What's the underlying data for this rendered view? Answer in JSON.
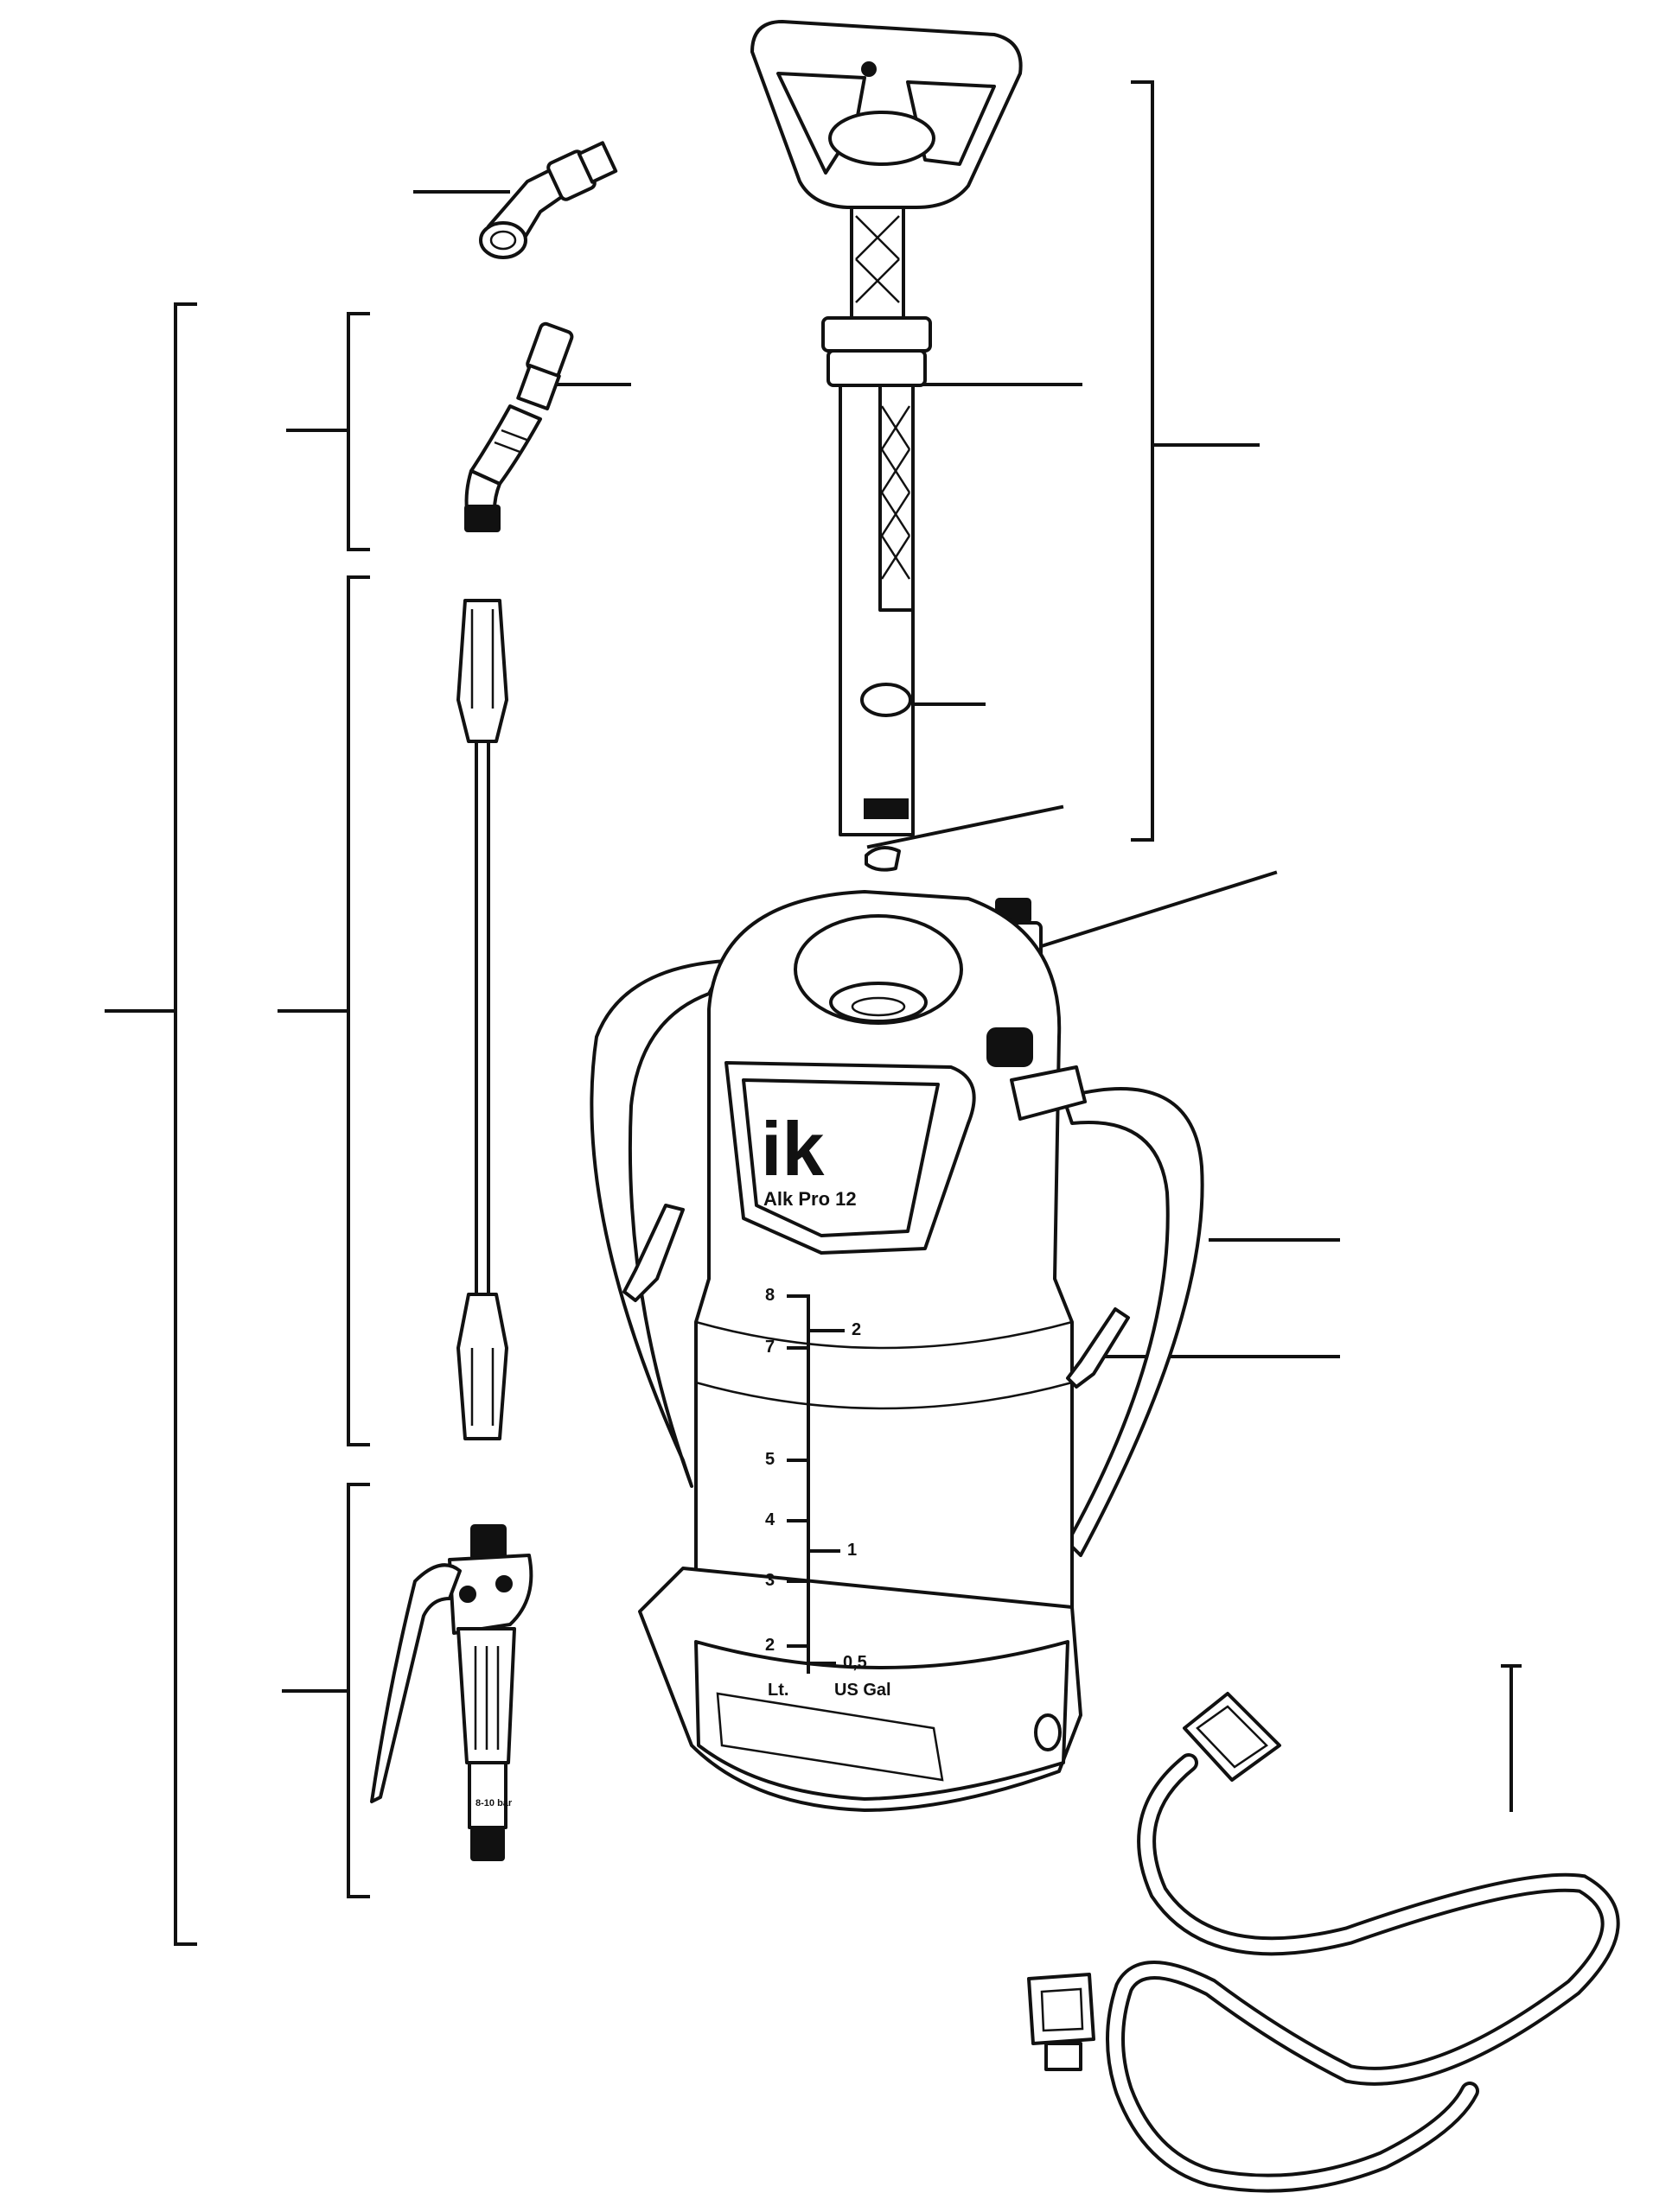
{
  "tank": {
    "logo": "ik",
    "model": "Alk Pro 12",
    "scale_left": [
      "8",
      "7",
      "5",
      "4",
      "3",
      "2"
    ],
    "scale_right": [
      "2",
      "1",
      "0,5"
    ],
    "unit_left": "Lt.",
    "unit_right": "US Gal"
  },
  "trigger": {
    "pressure_label": "8-10 bar"
  }
}
